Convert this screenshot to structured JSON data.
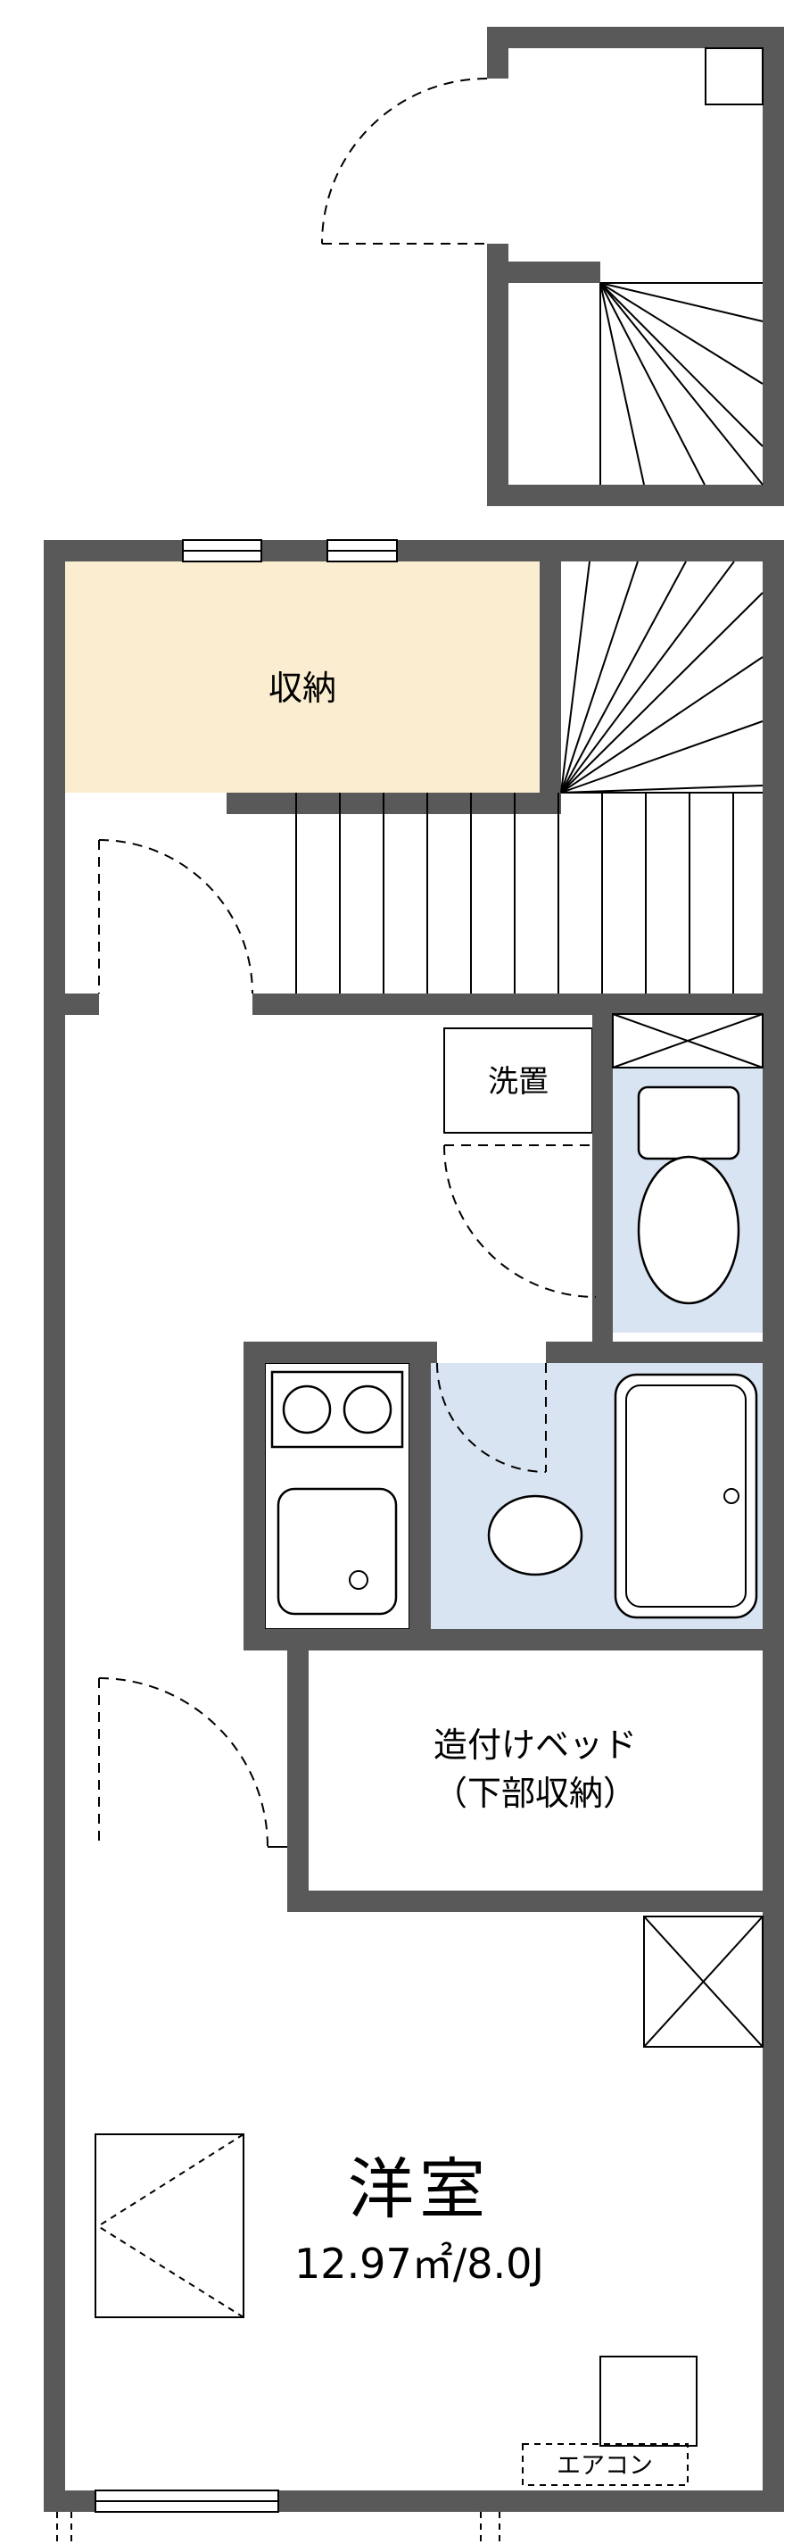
{
  "rooms": {
    "storage": {
      "label": "収納"
    },
    "laundry": {
      "label": "洗置"
    },
    "bed": {
      "label_line1": "造付けベッド",
      "label_line2": "（下部収納）"
    },
    "western_room": {
      "name": "洋室",
      "size": "12.97㎡/8.0J"
    },
    "aircon": {
      "label": "エアコン"
    }
  },
  "colors": {
    "wall": "#595959",
    "storage_fill": "#fbeed0",
    "wet_area_fill": "#d9e4f3",
    "line": "#000000",
    "background": "#ffffff"
  }
}
